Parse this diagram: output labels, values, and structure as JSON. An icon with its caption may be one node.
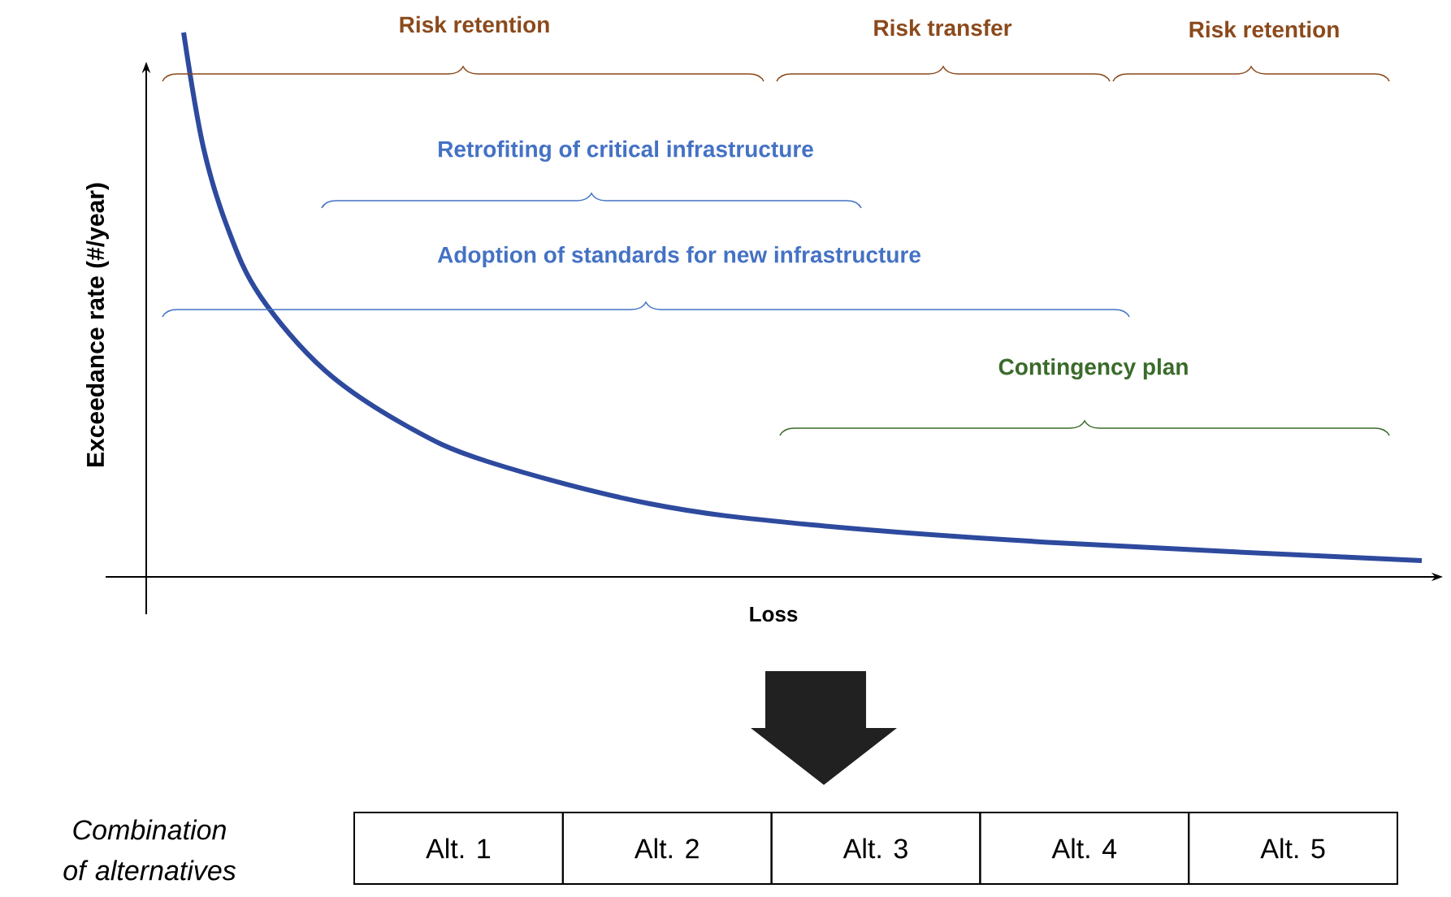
{
  "diagram": {
    "nodes": [
      {
        "text": [
          "Alt. 1"
        ]
      },
      {
        "text": [
          "Alt. 2"
        ]
      },
      {
        "text": [
          "Alt. 3"
        ]
      },
      {
        "text": [
          "Alt. 4"
        ]
      },
      {
        "text": [
          "Alt. 5"
        ]
      }
    ],
    "labels": [
      "Risk retention",
      "Risk transfer",
      "Risk retention",
      "Retrofiting of critical infrastructure",
      "Adoption of standards for new infrastructure",
      "Contingency plan",
      "Exceedance rate (#/year)",
      "Loss",
      "Combination of alternatives"
    ]
  }
}
